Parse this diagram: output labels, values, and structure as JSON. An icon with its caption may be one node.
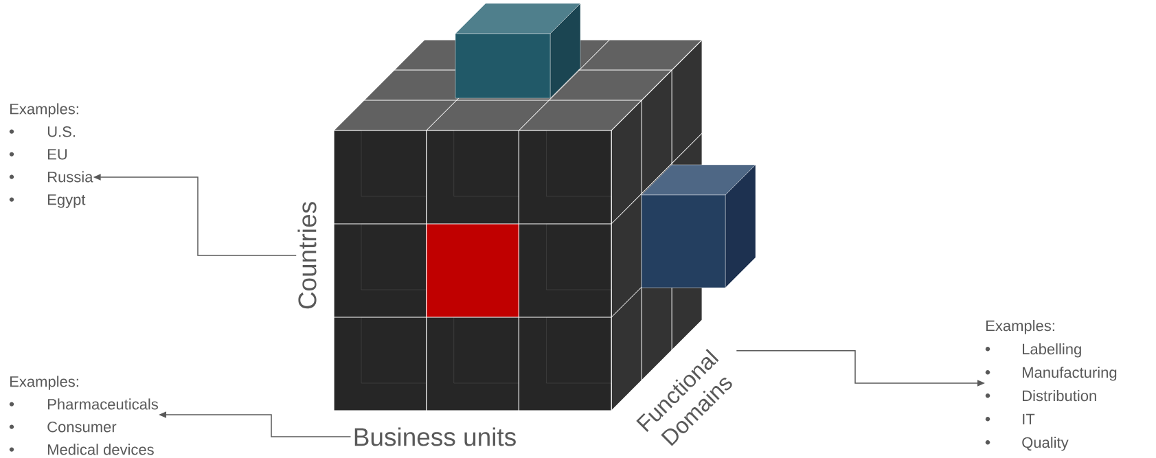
{
  "diagram": {
    "nodes": [
      {
        "text": [
          "Countries"
        ]
      },
      {
        "text": [
          "Examples:",
          "U.S.",
          "EU",
          "Russia",
          "Egypt"
        ]
      },
      {
        "text": [
          "Business units"
        ]
      },
      {
        "text": [
          "Examples:",
          "Pharmaceuticals",
          "Consumer",
          "Medical devices"
        ]
      },
      {
        "text": [
          "Functional Domains"
        ]
      },
      {
        "text": [
          "Examples:",
          "Labelling",
          "Manufacturing",
          "Distribution",
          "IT",
          "Quality"
        ]
      }
    ],
    "edges": [
      {
        "from": 0,
        "to": 1,
        "arrow": "to"
      },
      {
        "from": 2,
        "to": 3,
        "arrow": "to"
      },
      {
        "from": 4,
        "to": 5,
        "arrow": "to"
      }
    ]
  }
}
